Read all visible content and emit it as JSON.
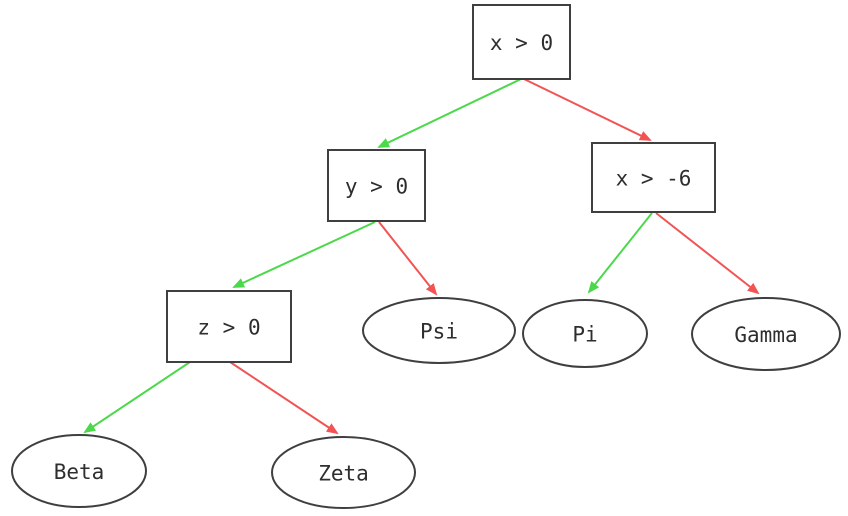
{
  "diagram": {
    "type": "decision-tree",
    "background": "#ffffff",
    "colors": {
      "true_branch": "#4bd94b",
      "false_branch": "#f25454",
      "node_border": "#3f3f3f",
      "text": "#2e2e2e"
    },
    "nodes": [
      {
        "id": "cond-x-gt-0",
        "shape": "rect",
        "label": "x > 0"
      },
      {
        "id": "cond-y-gt-0",
        "shape": "rect",
        "label": "y > 0"
      },
      {
        "id": "cond-x-gt-m6",
        "shape": "rect",
        "label": "x > -6"
      },
      {
        "id": "cond-z-gt-0",
        "shape": "rect",
        "label": "z > 0"
      },
      {
        "id": "leaf-psi",
        "shape": "ellipse",
        "label": "Psi"
      },
      {
        "id": "leaf-pi",
        "shape": "ellipse",
        "label": "Pi"
      },
      {
        "id": "leaf-gamma",
        "shape": "ellipse",
        "label": "Gamma"
      },
      {
        "id": "leaf-beta",
        "shape": "ellipse",
        "label": "Beta"
      },
      {
        "id": "leaf-zeta",
        "shape": "ellipse",
        "label": "Zeta"
      }
    ],
    "edges": [
      {
        "from": "x > 0",
        "to": "y > 0",
        "branch": "true",
        "color": "green"
      },
      {
        "from": "x > 0",
        "to": "x > -6",
        "branch": "false",
        "color": "red"
      },
      {
        "from": "y > 0",
        "to": "z > 0",
        "branch": "true",
        "color": "green"
      },
      {
        "from": "y > 0",
        "to": "Psi",
        "branch": "false",
        "color": "red"
      },
      {
        "from": "x > -6",
        "to": "Pi",
        "branch": "true",
        "color": "green"
      },
      {
        "from": "x > -6",
        "to": "Gamma",
        "branch": "false",
        "color": "red"
      },
      {
        "from": "z > 0",
        "to": "Beta",
        "branch": "true",
        "color": "green"
      },
      {
        "from": "z > 0",
        "to": "Zeta",
        "branch": "false",
        "color": "red"
      }
    ]
  }
}
